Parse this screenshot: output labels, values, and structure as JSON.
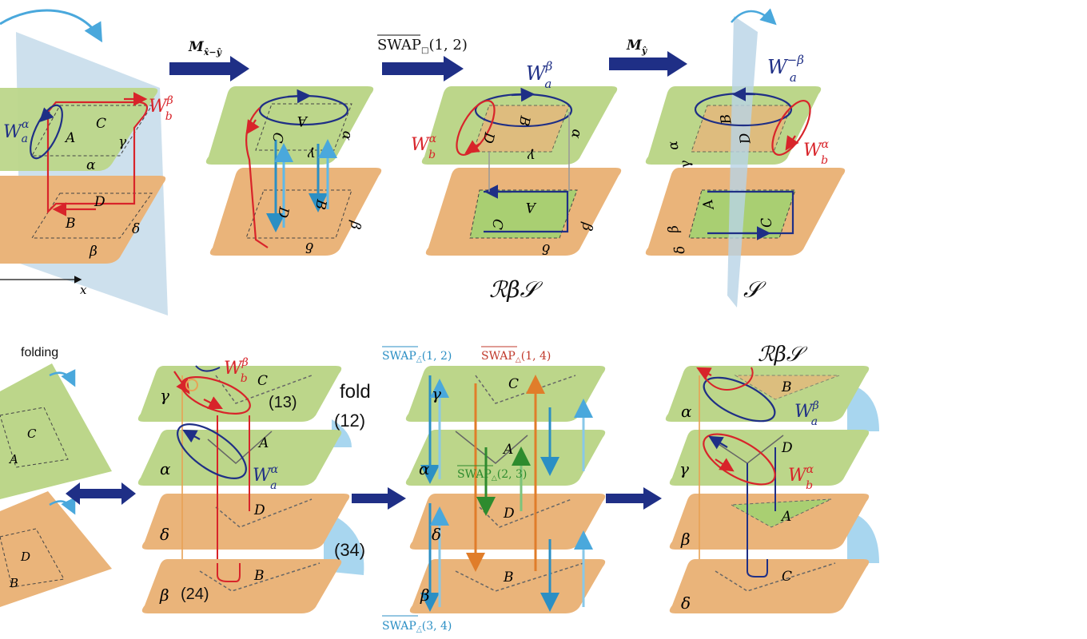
{
  "colors": {
    "green_layer": "#bcd68a",
    "orange_layer": "#eab47a",
    "navy": "#1f2f86",
    "red": "#d8242a",
    "blue_arrow": "#2b8fc4",
    "mirror": "#b8d3e6",
    "fold_blue": "#a8d6ef"
  },
  "top": {
    "op1": "M",
    "op1_sub": "x̂−ŷ",
    "op2": "SWAP",
    "op2_sub": "□",
    "op2_args": "(1, 2)",
    "op3": "M",
    "op3_sub": "ŷ",
    "axis_x": "x",
    "panel1": {
      "W_a": "W",
      "W_a_sub": "a",
      "W_a_sup": "α",
      "W_b": "W",
      "W_b_sub": "b",
      "W_b_sup": "β",
      "C": "C",
      "A": "A",
      "gamma": "γ",
      "alpha": "α",
      "D": "D",
      "B": "B",
      "delta": "δ",
      "beta": "β"
    },
    "panel2": {
      "rot_top": [
        "A",
        "C",
        "α",
        "γ"
      ],
      "rot_bottom": [
        "D",
        "B",
        "β",
        "δ"
      ]
    },
    "panel3": {
      "W_a": "W",
      "W_a_sub": "a",
      "W_a_sup": "β",
      "W_b": "W",
      "W_b_sub": "b",
      "W_b_sup": "α",
      "caption": "ℛβ𝒮",
      "letters_top": [
        "B",
        "D",
        "α",
        "γ"
      ],
      "letters_bottom": [
        "A",
        "C",
        "β",
        "δ"
      ]
    },
    "panel4": {
      "W_a": "W",
      "W_a_sub": "a",
      "W_a_sup": "−β",
      "W_b": "W",
      "W_b_sub": "b",
      "W_b_sup": "α",
      "caption": "𝒮",
      "letters_top": [
        "B",
        "D",
        "α",
        "γ"
      ],
      "letters_bottom": [
        "A",
        "C",
        "β",
        "δ"
      ]
    }
  },
  "bottom": {
    "folding_label": "folding",
    "left_letters": [
      "C",
      "A",
      "D",
      "B"
    ],
    "panel2": {
      "W_b": "W",
      "W_b_sub": "b",
      "W_b_sup": "β",
      "W_a": "W",
      "W_a_sub": "a",
      "W_a_sup": "α",
      "gamma": "γ",
      "alpha": "α",
      "delta": "δ",
      "beta": "β",
      "C": "C",
      "A": "A",
      "D": "D",
      "B": "B",
      "n13": "(13)",
      "fold": "fold",
      "n12": "(12)",
      "n34": "(34)",
      "n24": "(24)"
    },
    "panel3": {
      "swap_blue_1": "SWAP",
      "swap_blue_1_sub": "△̄",
      "swap_blue_1_args": "(1, 2)",
      "swap_red": "SWAP",
      "swap_red_sub": "△",
      "swap_red_args": "(1, 4)",
      "swap_green": "SWAP",
      "swap_green_sub": "△",
      "swap_green_args": "(2, 3)",
      "swap_blue_2": "SWAP",
      "swap_blue_2_sub": "△̄",
      "swap_blue_2_args": "(3, 4)",
      "gamma": "γ",
      "alpha": "α",
      "delta": "δ",
      "beta": "β",
      "C": "C",
      "A": "A",
      "D": "D",
      "B": "B"
    },
    "panel4": {
      "caption": "ℛβ𝒮",
      "W_a": "W",
      "W_a_sub": "a",
      "W_a_sup": "β",
      "W_b": "W",
      "W_b_sub": "b",
      "W_b_sup": "α",
      "alpha": "α",
      "gamma": "γ",
      "beta": "β",
      "delta": "δ",
      "B": "B",
      "D": "D",
      "A": "A",
      "C": "C"
    }
  }
}
